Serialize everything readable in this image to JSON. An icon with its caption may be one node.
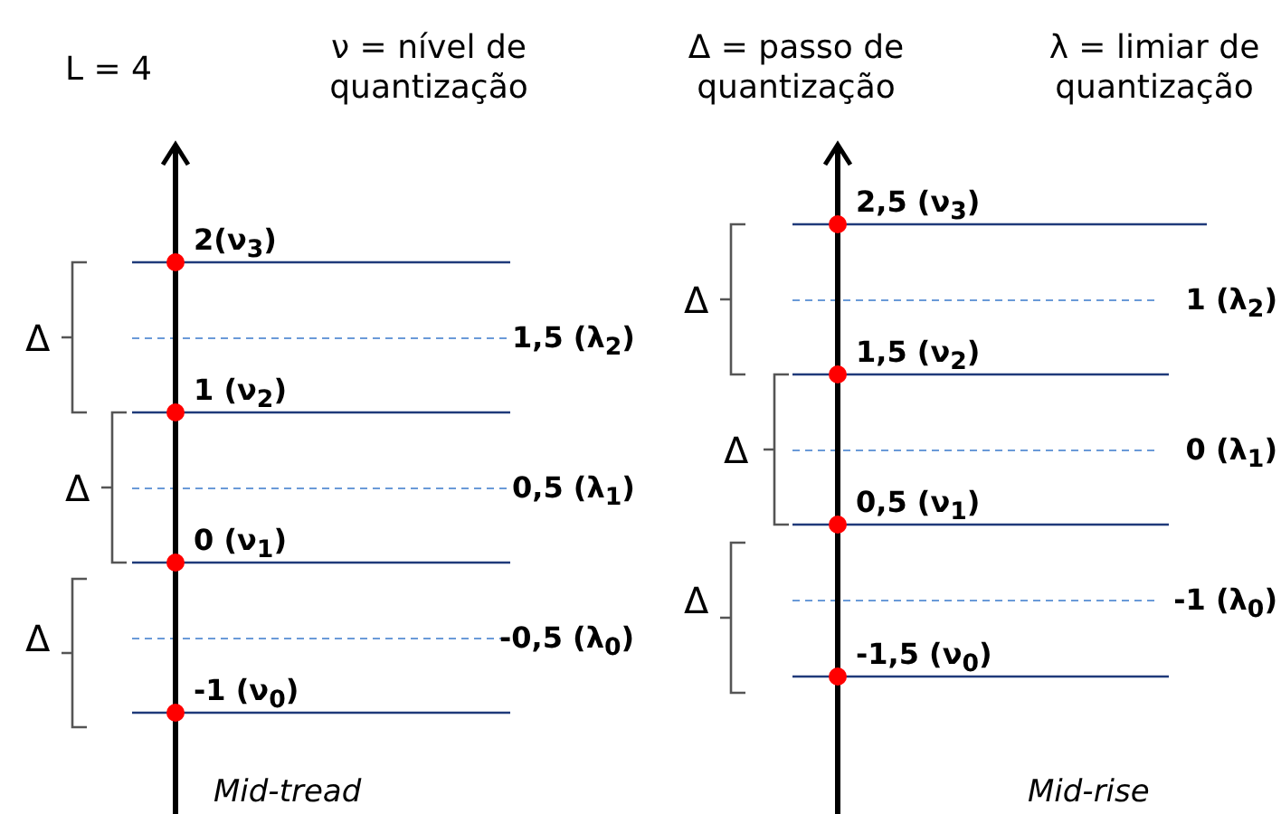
{
  "diagram": {
    "labels": [
      "L = 4",
      "ν = nível de quantização",
      "Δ = passo de quantização",
      "λ = limiar de quantização",
      "2(ν$_{3}$)",
      "Δ",
      "1,5 (λ$_{2}$)",
      "1 (ν$_{2}$)",
      "Δ",
      "0,5 (λ$_{1}$)",
      "0 (ν$_{1}$)",
      "Δ",
      "-0,5 (λ$_{0}$)",
      "-1 (ν$_{0}$)",
      "Mid-tread",
      "2,5 (ν$_{3}$)",
      "Δ",
      "1 (λ$_{2}$)",
      "1,5 (ν$_{2}$)",
      "Δ",
      "0 (λ$_{1}$)",
      "0,5 (ν$_{1}$)",
      "Δ",
      "-1 (λ$_{0}$)",
      "-1,5 (ν$_{0}$)",
      "Mid-rise"
    ]
  }
}
